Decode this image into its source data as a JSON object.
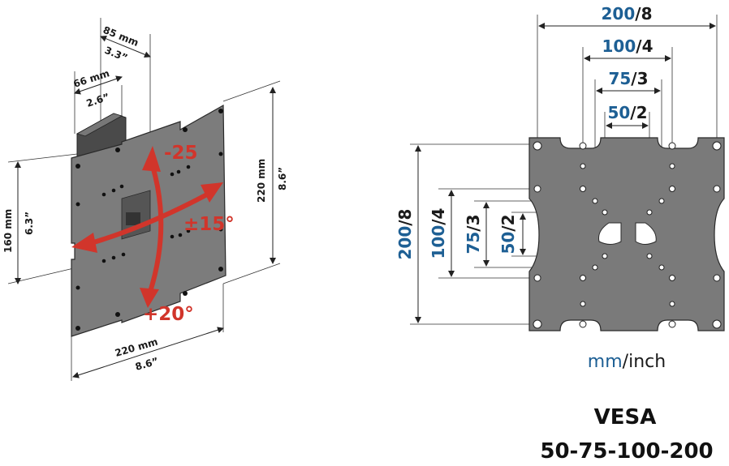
{
  "colors": {
    "accent_red": "#d1352b",
    "blue": "#1d5f94",
    "plate_gray": "#7a7a7a",
    "plate_dark": "#5a5a5a"
  },
  "left_view": {
    "depth_max": {
      "mm": "85 mm",
      "inch": "3.3”"
    },
    "depth_min": {
      "mm": "66 mm",
      "inch": "2.6”"
    },
    "height_left": {
      "mm": "160 mm",
      "inch": "6.3”"
    },
    "height_right": {
      "mm": "220 mm",
      "inch": "8.6”"
    },
    "width_bottom": {
      "mm": "220 mm",
      "inch": "8.6”"
    },
    "tilt_up": "-25",
    "tilt_down": "+20°",
    "swivel": "±15°"
  },
  "right_view": {
    "top_dims": [
      {
        "a": "200",
        "sep": "/",
        "b": "8"
      },
      {
        "a": "100",
        "sep": "/",
        "b": "4"
      },
      {
        "a": "75",
        "sep": "/",
        "b": "3"
      },
      {
        "a": "50",
        "sep": "/",
        "b": "2"
      }
    ],
    "side_dims": [
      {
        "a": "200",
        "sep": "/",
        "b": "8"
      },
      {
        "a": "100",
        "sep": "/",
        "b": "4"
      },
      {
        "a": "75",
        "sep": "/",
        "b": "3"
      },
      {
        "a": "50",
        "sep": "/",
        "b": "2"
      }
    ],
    "units": {
      "a": "mm",
      "sep": "/",
      "b": "inch"
    }
  },
  "caption": {
    "line1": "VESA",
    "line2": "50-75-100-200"
  }
}
